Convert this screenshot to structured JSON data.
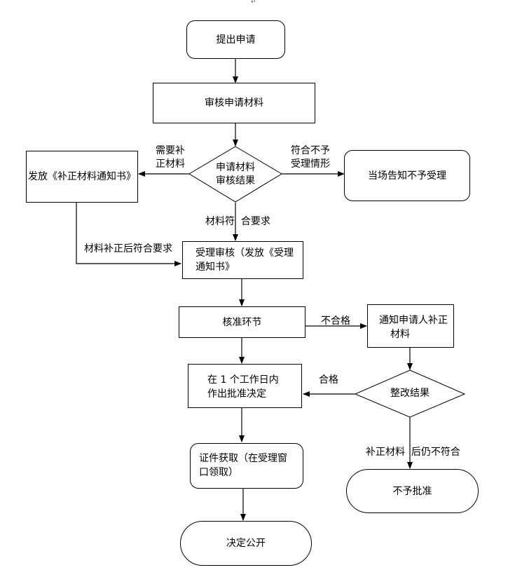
{
  "corner_mark": "↵",
  "nodes": {
    "submit": "提出申请",
    "review_materials": "审核申请材料",
    "review_result_line1": "申请材料",
    "review_result_line2": "审核结果",
    "issue_notice": "发放《补正材料通知书》",
    "notify_reject": "当场告知不予受理",
    "accept_review_line1": "受理审核（发放《受理",
    "accept_review_line2": "通知书》",
    "approval_step": "核准环节",
    "notify_supplement_line1": "通知申请人补正",
    "notify_supplement_line2": "材料",
    "decision_line1": "在 1 个工作日内",
    "decision_line2": "作出批准决定",
    "rectify_result": "整改结果",
    "certificate_line1": "证件获取（在受理窗",
    "certificate_line2": "口领取）",
    "not_approved": "不予批准",
    "publish": "决定公开"
  },
  "edges": {
    "need_supplement_line1": "需要补",
    "need_supplement_line2": "正材料",
    "not_accept_line1": "符合不予",
    "not_accept_line2": "受理情形",
    "meets_requirements": "材料符  合要求",
    "after_supplement": "材料补正后符合要求",
    "fail": "不合格",
    "pass": "合格",
    "still_fail": "补正材料  后仍不符合"
  }
}
